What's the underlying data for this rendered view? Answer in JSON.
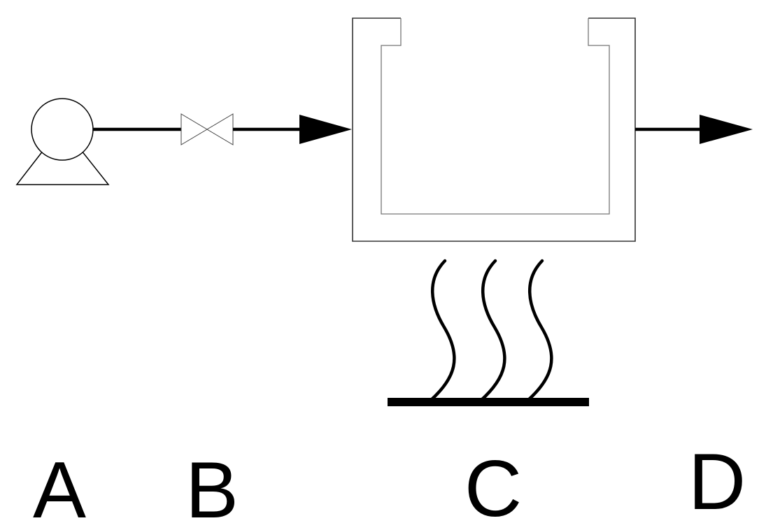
{
  "labels": {
    "pump": "A",
    "valve": "B",
    "heater": "C",
    "outlet": "D"
  },
  "colors": {
    "background": "#ffffff",
    "stroke": "#000000",
    "vessel_outline": "#333333",
    "valve_outline": "#444444"
  },
  "icons": [
    "pump-icon",
    "valve-icon",
    "vessel-icon",
    "heat-source-icon",
    "arrow-icon"
  ]
}
